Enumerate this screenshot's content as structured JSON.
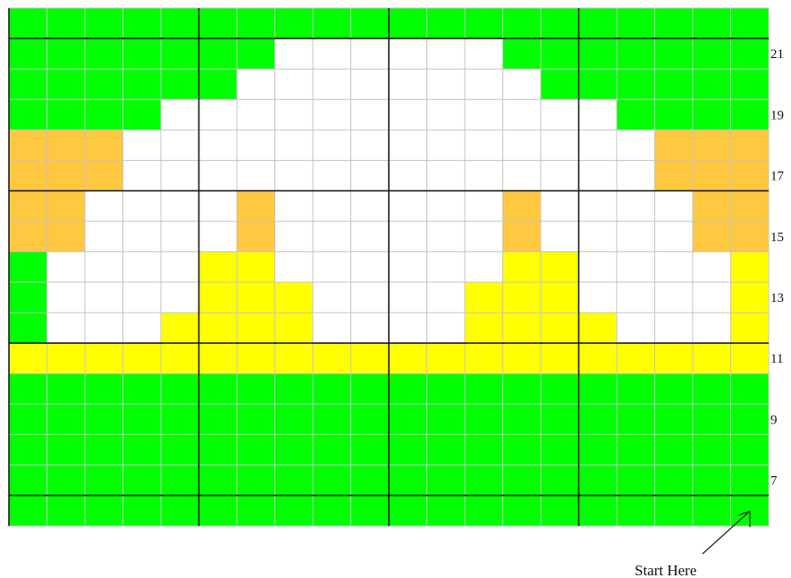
{
  "chart": {
    "columns": 20,
    "rows": 17,
    "colors": {
      "G": "#00ff00",
      "W": "#ffffff",
      "O": "#ffc840",
      "Y": "#ffff00"
    },
    "grid_line_color": "#c4c4c4",
    "major_line_color": "#1a1a1a",
    "pattern": [
      "GGGGGGGGGGGGGGGGGGGG",
      "GGGGGGGWWWWWWGGGGGGG",
      "GGGGGGWWWWWWWWGGGGGG",
      "GGGGWWWWWWWWWWWWGGGG",
      "OOOWWWWWWWWWWWWWWOOO",
      "OOOWWWWWWWWWWWWWWOOO",
      "OOWWWWOWWWWWWOWWWWOO",
      "OOWWWWOWWWWWWOWWWWOO",
      "GWWWWYYWWWWWWYYWWWWY",
      "GWWWWYYYWWWWYYYWWWWY",
      "GWWWYYYYWWWWYYYYWWWY",
      "YYYYYYYYYYYYYYYYYYYY",
      "GGGGGGGGGGGGGGGGGGGG",
      "GGGGGGGGGGGGGGGGGGGG",
      "GGGGGGGGGGGGGGGGGGGG",
      "GGGGGGGGGGGGGGGGGGGG",
      "GGGGGGGGGGGGGGGGGGGG"
    ]
  },
  "row_labels": [
    {
      "text": "21",
      "row": 1
    },
    {
      "text": "19",
      "row": 3
    },
    {
      "text": "17",
      "row": 5
    },
    {
      "text": "15",
      "row": 7
    },
    {
      "text": "13",
      "row": 9
    },
    {
      "text": "11",
      "row": 11
    },
    {
      "text": "9",
      "row": 13
    },
    {
      "text": "7",
      "row": 15
    }
  ],
  "start_label": "Start Here"
}
